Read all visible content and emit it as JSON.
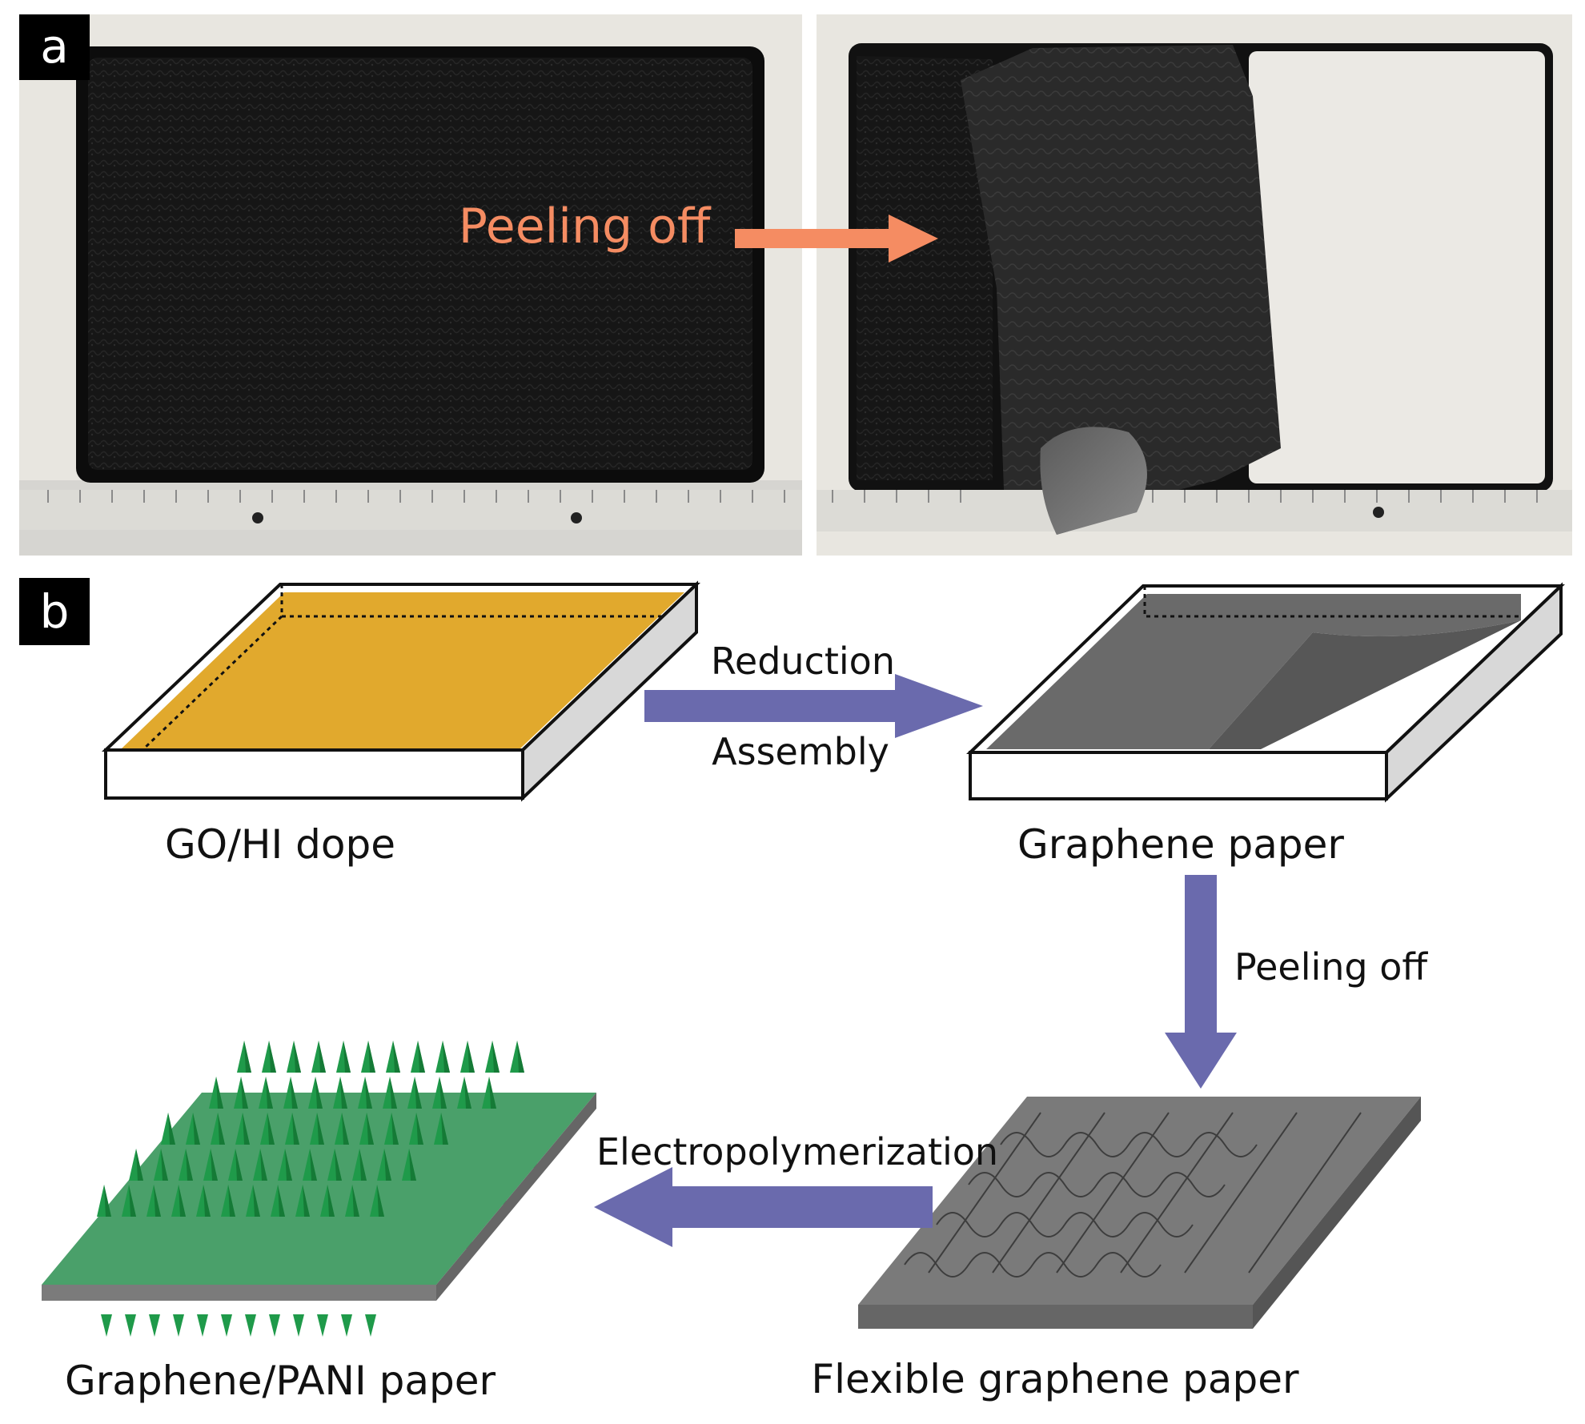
{
  "panel_a": {
    "tag": "a",
    "arrow_label": "Peeling off",
    "colors": {
      "arrow": "#f58c62",
      "film": "#141414",
      "tray": "#e6e3dc",
      "ruler": "#d9d9d6"
    }
  },
  "panel_b": {
    "tag": "b",
    "steps": {
      "go_hi_dope": "GO/HI dope",
      "graphene_paper": "Graphene paper",
      "flexible_graphene_paper": "Flexible graphene paper",
      "graphene_pani_paper": "Graphene/PANI paper"
    },
    "arrows": {
      "reduction": "Reduction",
      "assembly": "Assembly",
      "peeling_off": "Peeling off",
      "electropolymerization": "Electropolymerization"
    },
    "colors": {
      "arrow": "#6a6aad",
      "dope": "#e1a92d",
      "graphene": "#6a6a6a",
      "pani": "#1f9a4a",
      "pani_sheet": "#4aa06a"
    }
  }
}
